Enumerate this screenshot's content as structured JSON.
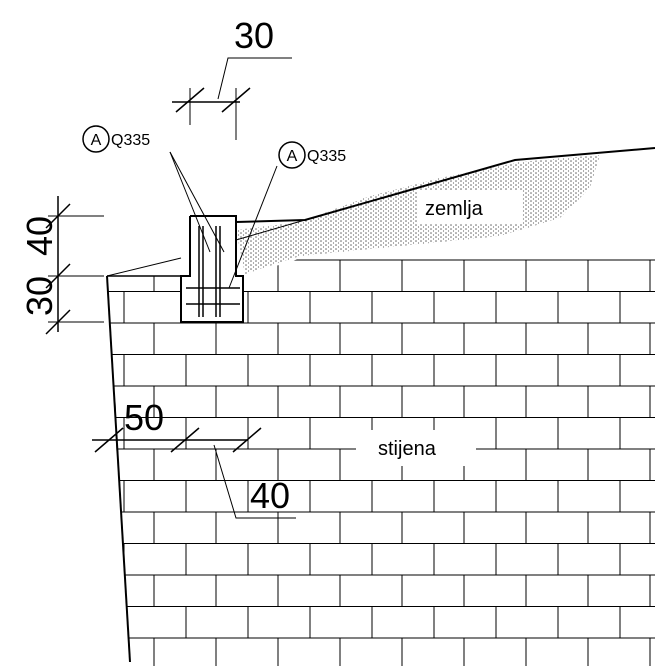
{
  "colors": {
    "ink": "#000000",
    "paper": "#ffffff",
    "soil_dots": "#666666"
  },
  "dimensions": {
    "top": "30",
    "left_upper": "40",
    "left_lower": "30",
    "bottom_left": "50",
    "bottom_right": "40"
  },
  "rebar_tags": [
    {
      "mark": "A",
      "grade": "Q335"
    },
    {
      "mark": "A",
      "grade": "Q335"
    }
  ],
  "materials": {
    "soil": "zemlja",
    "rock": "stijena"
  }
}
